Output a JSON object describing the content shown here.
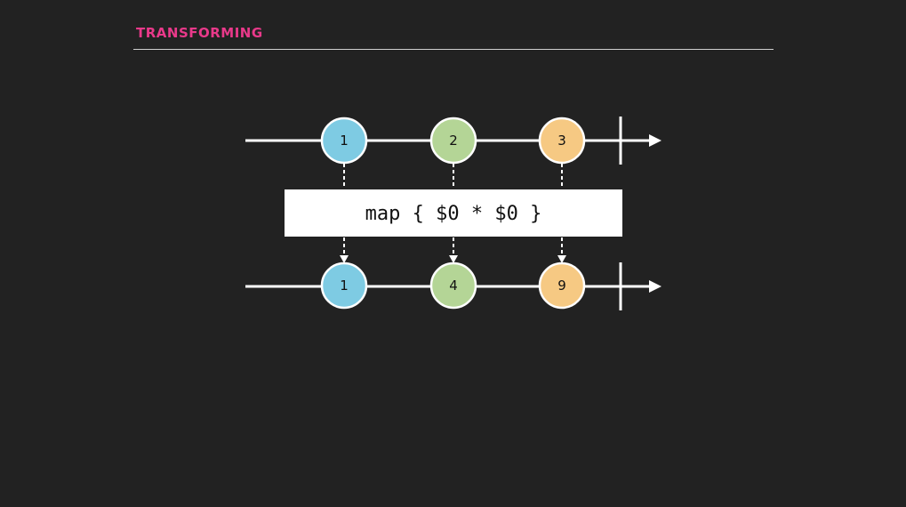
{
  "header": {
    "title": "TRANSFORMING"
  },
  "diagram": {
    "operator_label": "map { $0 * $0 }",
    "input_marbles": [
      {
        "label": "1",
        "color": "#7ecbe3"
      },
      {
        "label": "2",
        "color": "#b4d596"
      },
      {
        "label": "3",
        "color": "#f6c983"
      }
    ],
    "output_marbles": [
      {
        "label": "1",
        "color": "#7ecbe3"
      },
      {
        "label": "4",
        "color": "#b4d596"
      },
      {
        "label": "9",
        "color": "#f6c983"
      }
    ]
  },
  "colors": {
    "background": "#222222",
    "accent": "#e9398a",
    "line": "#ffffff"
  }
}
